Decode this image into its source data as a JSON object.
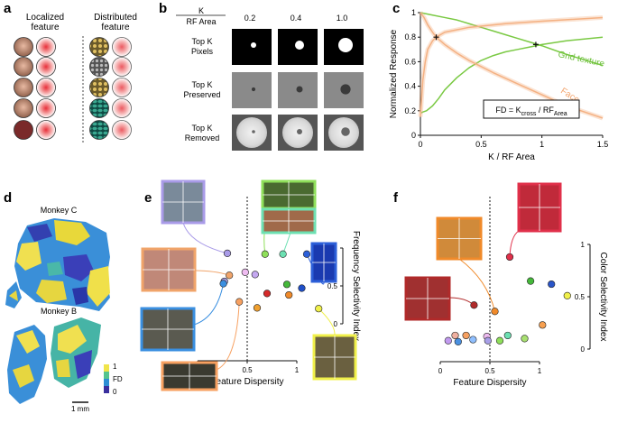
{
  "panels": {
    "a": {
      "letter": "a",
      "localized_label": [
        "Localized",
        "feature"
      ],
      "distributed_label": [
        "Distributed",
        "feature"
      ]
    },
    "b": {
      "letter": "b",
      "header_k": "K",
      "header_rf": "RF Area",
      "columns": [
        "0.2",
        "0.4",
        "1.0"
      ],
      "rows": [
        [
          "Top K",
          "Pixels"
        ],
        [
          "Top K",
          "Preserved"
        ],
        [
          "Top K",
          "Removed"
        ]
      ]
    },
    "c": {
      "letter": "c"
    },
    "d": {
      "letter": "d",
      "monkey_c": "Monkey C",
      "monkey_b": "Monkey B",
      "colorbar_top": "1",
      "colorbar_label": "FD",
      "colorbar_bottom": "0",
      "scale": "1 mm"
    },
    "e": {
      "letter": "e"
    },
    "f": {
      "letter": "f"
    }
  },
  "colors": {
    "green": "#7ac943",
    "orange": "#f4b183",
    "grid_texture_text": "#6cbf3a",
    "face_text": "#f2a46d"
  },
  "chart_data": [
    {
      "panel": "c",
      "type": "line",
      "xlabel": "K / RF Area",
      "ylabel": "Normalized Response",
      "xlim": [
        0,
        1.5
      ],
      "ylim": [
        0,
        1
      ],
      "xticks": [
        "0",
        "0.5",
        "1",
        "1.5"
      ],
      "yticks": [
        "0",
        "0.2",
        "0.4",
        "0.6",
        "0.8",
        "1"
      ],
      "series": [
        {
          "name": "Grid texture",
          "style": "preserved",
          "x": [
            0,
            0.02,
            0.05,
            0.1,
            0.15,
            0.2,
            0.3,
            0.4,
            0.5,
            0.6,
            0.7,
            0.8,
            0.9,
            1.0,
            1.2,
            1.5
          ],
          "values": [
            0.18,
            0.19,
            0.2,
            0.24,
            0.3,
            0.37,
            0.47,
            0.55,
            0.61,
            0.65,
            0.68,
            0.7,
            0.72,
            0.74,
            0.77,
            0.8
          ]
        },
        {
          "name": "Grid texture",
          "style": "removed",
          "x": [
            0,
            0.1,
            0.2,
            0.3,
            0.4,
            0.5,
            0.6,
            0.7,
            0.8,
            0.9,
            1.0,
            1.2,
            1.5
          ],
          "values": [
            1.0,
            0.98,
            0.96,
            0.94,
            0.91,
            0.88,
            0.85,
            0.82,
            0.79,
            0.76,
            0.73,
            0.66,
            0.57
          ]
        },
        {
          "name": "Face",
          "style": "preserved",
          "x": [
            0,
            0.02,
            0.04,
            0.06,
            0.1,
            0.13,
            0.2,
            0.3,
            0.4,
            0.5,
            0.7,
            1.0,
            1.5
          ],
          "values": [
            0.15,
            0.45,
            0.6,
            0.7,
            0.77,
            0.8,
            0.84,
            0.86,
            0.88,
            0.89,
            0.91,
            0.93,
            0.96
          ]
        },
        {
          "name": "Face",
          "style": "removed",
          "x": [
            0,
            0.03,
            0.06,
            0.1,
            0.13,
            0.2,
            0.3,
            0.4,
            0.5,
            0.6,
            0.8,
            1.0,
            1.2,
            1.5
          ],
          "values": [
            1.0,
            0.96,
            0.9,
            0.84,
            0.8,
            0.74,
            0.67,
            0.61,
            0.56,
            0.51,
            0.42,
            0.33,
            0.24,
            0.14
          ]
        }
      ],
      "crossings": [
        {
          "x": 0.13,
          "y": 0.8
        },
        {
          "x": 0.95,
          "y": 0.74
        }
      ],
      "formula": {
        "prefix": "FD = K",
        "sub1": "cross",
        "mid": " / RF",
        "sub2": "Area"
      }
    },
    {
      "panel": "e",
      "type": "scatter",
      "xlabel": "Feature Dispersity",
      "ylabel": "Frequency Selectivity Index",
      "xlim": [
        0,
        1
      ],
      "ylim": [
        0,
        1
      ],
      "xticks": [
        "0",
        "0.5",
        "1"
      ],
      "yticks": [
        "0",
        "0.5",
        "1"
      ],
      "threshold_x": 0.5,
      "points": [
        {
          "x": 0.3,
          "y": 0.93,
          "color": "#a99be8"
        },
        {
          "x": 0.68,
          "y": 0.92,
          "color": "#8fdf5a"
        },
        {
          "x": 0.86,
          "y": 0.92,
          "color": "#6de0b2"
        },
        {
          "x": 1.1,
          "y": 0.92,
          "color": "#2c5fd8"
        },
        {
          "x": 0.48,
          "y": 0.68,
          "color": "#eebbf0"
        },
        {
          "x": 0.32,
          "y": 0.64,
          "color": "#f0a46a"
        },
        {
          "x": 0.58,
          "y": 0.65,
          "color": "#c4a8f0"
        },
        {
          "x": 0.9,
          "y": 0.52,
          "color": "#45b83a"
        },
        {
          "x": 0.27,
          "y": 0.56,
          "color": "#a89fe8"
        },
        {
          "x": 0.26,
          "y": 0.53,
          "color": "#3a8fe0"
        },
        {
          "x": 1.05,
          "y": 0.47,
          "color": "#1f4fc8"
        },
        {
          "x": 0.7,
          "y": 0.4,
          "color": "#d52a2a"
        },
        {
          "x": 0.92,
          "y": 0.38,
          "color": "#f08a2a"
        },
        {
          "x": 0.42,
          "y": 0.29,
          "color": "#f7a060"
        },
        {
          "x": 0.6,
          "y": 0.21,
          "color": "#f0a030"
        },
        {
          "x": 1.22,
          "y": 0.2,
          "color": "#f0f04a"
        }
      ]
    },
    {
      "panel": "f",
      "type": "scatter",
      "xlabel": "Feature Dispersity",
      "ylabel": "Color Selectivity Index",
      "xlim": [
        0,
        1
      ],
      "ylim": [
        0,
        1
      ],
      "xticks": [
        "0",
        "0.5",
        "1"
      ],
      "yticks": [
        "0",
        "0.5",
        "1"
      ],
      "threshold_x": 0.5,
      "points": [
        {
          "x": 0.7,
          "y": 0.88,
          "color": "#e0304a"
        },
        {
          "x": 0.91,
          "y": 0.65,
          "color": "#45b83a"
        },
        {
          "x": 1.12,
          "y": 0.62,
          "color": "#2a55c8"
        },
        {
          "x": 1.28,
          "y": 0.51,
          "color": "#f0f04a"
        },
        {
          "x": 0.34,
          "y": 0.42,
          "color": "#b02a2a"
        },
        {
          "x": 0.55,
          "y": 0.36,
          "color": "#f08a2a"
        },
        {
          "x": 1.03,
          "y": 0.23,
          "color": "#f7a050"
        },
        {
          "x": 0.15,
          "y": 0.13,
          "color": "#f0b0a0"
        },
        {
          "x": 0.26,
          "y": 0.13,
          "color": "#f7a060"
        },
        {
          "x": 0.68,
          "y": 0.13,
          "color": "#6de0b2"
        },
        {
          "x": 0.47,
          "y": 0.12,
          "color": "#eebbf0"
        },
        {
          "x": 0.08,
          "y": 0.08,
          "color": "#c29af0"
        },
        {
          "x": 0.33,
          "y": 0.09,
          "color": "#8fbfff"
        },
        {
          "x": 0.48,
          "y": 0.08,
          "color": "#a89fe8"
        },
        {
          "x": 0.18,
          "y": 0.07,
          "color": "#4a90e0"
        },
        {
          "x": 0.6,
          "y": 0.08,
          "color": "#8fdf5a"
        },
        {
          "x": 0.85,
          "y": 0.1,
          "color": "#a8e070"
        }
      ]
    }
  ]
}
